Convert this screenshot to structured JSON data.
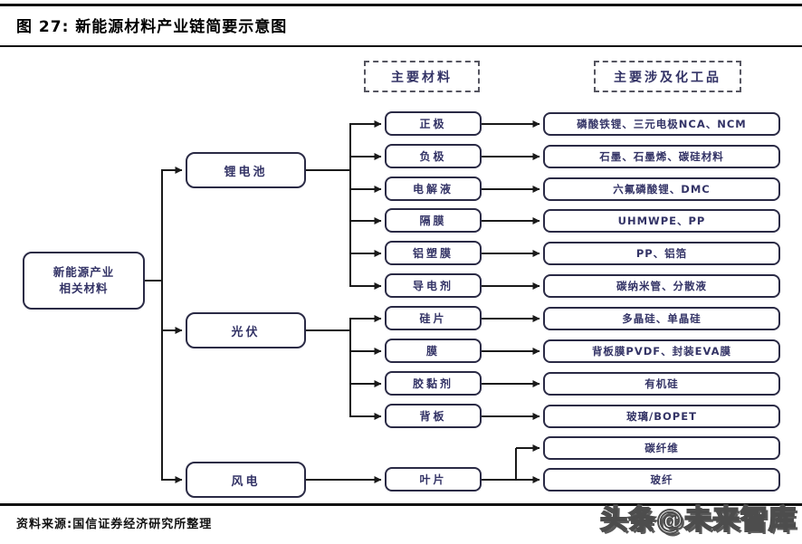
{
  "title": "图 27:  新能源材料产业链简要示意图",
  "headers": {
    "materials": "主要材料",
    "chemicals": "主要涉及化工品"
  },
  "root": {
    "line1": "新能源产业",
    "line2": "相关材料"
  },
  "categories": [
    "锂电池",
    "光伏",
    "风电"
  ],
  "materials": [
    "正极",
    "负极",
    "电解液",
    "隔膜",
    "铝塑膜",
    "导电剂",
    "硅片",
    "膜",
    "胶黏剂",
    "背板",
    "叶片"
  ],
  "chemicals": [
    "磷酸铁锂、三元电极NCA、NCM",
    "石墨、石墨烯、碳硅材料",
    "六氟磷酸锂、DMC",
    "UHMWPE、PP",
    "PP、铝箔",
    "碳纳米管、分散液",
    "多晶硅、单晶硅",
    "背板膜PVDF、封装EVA膜",
    "有机硅",
    "玻璃/BOPET",
    "碳纤维",
    "玻纤"
  ],
  "footer": {
    "source": "资料来源:国信证券经济研究所整理",
    "watermark": "头条@未来智库"
  },
  "colors": {
    "box_border": "#2a2a45",
    "box_text": "#333366",
    "line": "#1a1a1a",
    "rule": "#111111"
  }
}
